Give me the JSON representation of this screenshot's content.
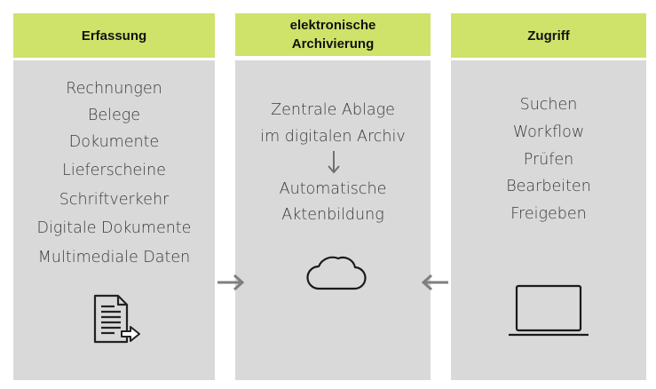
{
  "columns": [
    {
      "title": "Erfassung",
      "items": [
        "Rechnungen",
        "Belege",
        "Dokumente",
        "Lieferscheine",
        "Schriftverkehr",
        "Digitale Dokumente",
        "Multimediale Daten"
      ],
      "icon": "document-export-icon"
    },
    {
      "title_lines": [
        "elektronische",
        "Archivierung"
      ],
      "items_top": [
        "Zentrale Ablage",
        "im digitalen Archiv"
      ],
      "items_bottom": [
        "Automatische",
        "Aktenbildung"
      ],
      "icon": "cloud-icon"
    },
    {
      "title": "Zugriff",
      "items": [
        "Suchen",
        "Workflow",
        "Prüfen",
        "Bearbeiten",
        "Freigeben"
      ],
      "icon": "laptop-icon"
    }
  ],
  "colors": {
    "header": "#cfe36a",
    "panel": "#d9d9d9",
    "text": "#3a3a3a",
    "arrow": "#808080"
  },
  "connectors": [
    "right-arrow-icon",
    "left-arrow-icon",
    "down-arrow-icon"
  ]
}
